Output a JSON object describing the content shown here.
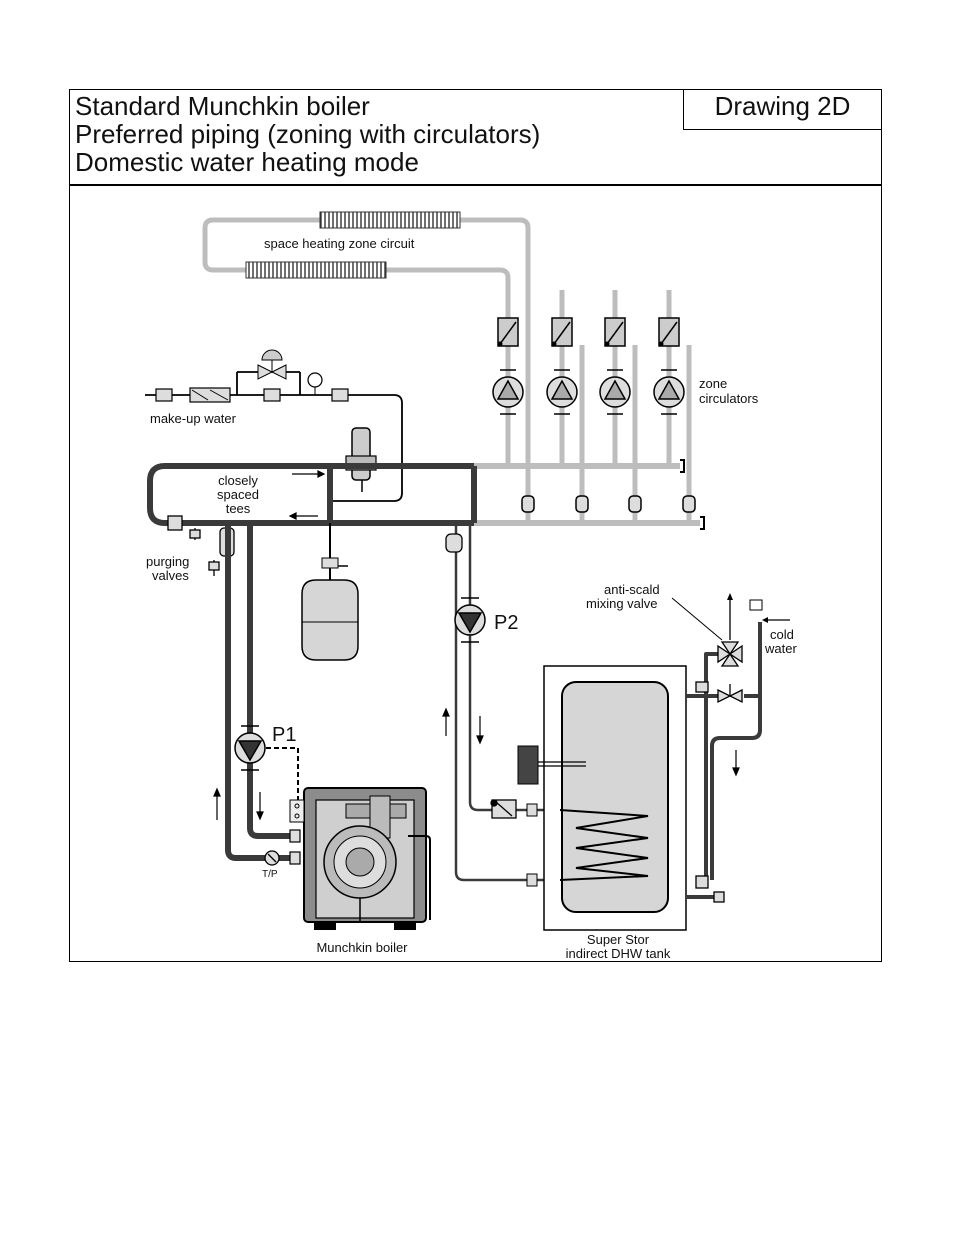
{
  "title": {
    "line1": "Standard Munchkin boiler",
    "line2": "Preferred piping (zoning with circulators)",
    "line3": "Domestic water heating mode",
    "drawing_id": "Drawing 2D"
  },
  "labels": {
    "space_heating_zone_circuit": "space heating zone circuit",
    "zone_circulators_1": "zone",
    "zone_circulators_2": "circulators",
    "make_up_water": "make-up water",
    "closely_1": "closely",
    "closely_2": "spaced",
    "closely_3": "tees",
    "purging_1": "purging",
    "purging_2": "valves",
    "anti_scald_1": "anti-scald",
    "anti_scald_2": "mixing valve",
    "cold_water_1": "cold",
    "cold_water_2": "water",
    "p1": "P1",
    "p2": "P2",
    "tp": "T/P",
    "boiler": "Munchkin boiler",
    "tank_1": "Super Stor",
    "tank_2": "indirect DHW tank"
  },
  "colors": {
    "active_pipe": "#3a3a3a",
    "inactive_pipe": "#bdbdbd",
    "tank_fill": "#d6d6d6",
    "boiler_fill": "#8c8c8c"
  }
}
